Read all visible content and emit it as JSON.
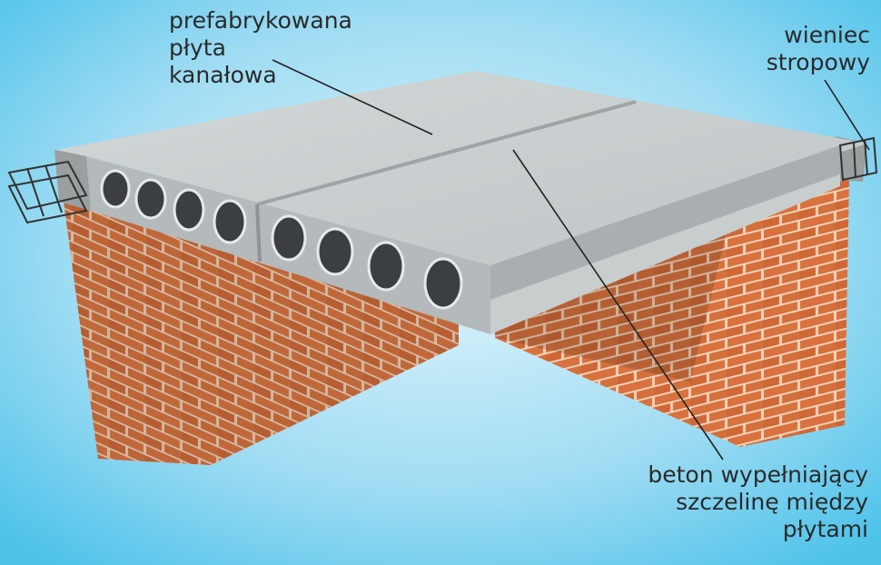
{
  "labels": {
    "slab": {
      "lines": [
        "prefabrykowana",
        "płyta",
        "kanałowa"
      ]
    },
    "wreath": {
      "lines": [
        "wieniec",
        "stropowy"
      ]
    },
    "concrete": {
      "lines": [
        "beton wypełniający",
        "szczelinę między",
        "płytami"
      ]
    }
  },
  "colors": {
    "background_center": "#cdeefa",
    "background_edge": "#4fc3ea",
    "brick": "#d9723f",
    "mortar": "#f3d2b8",
    "concrete_top": "#c9cfd0",
    "concrete_front": "#b7bcbd"
  }
}
